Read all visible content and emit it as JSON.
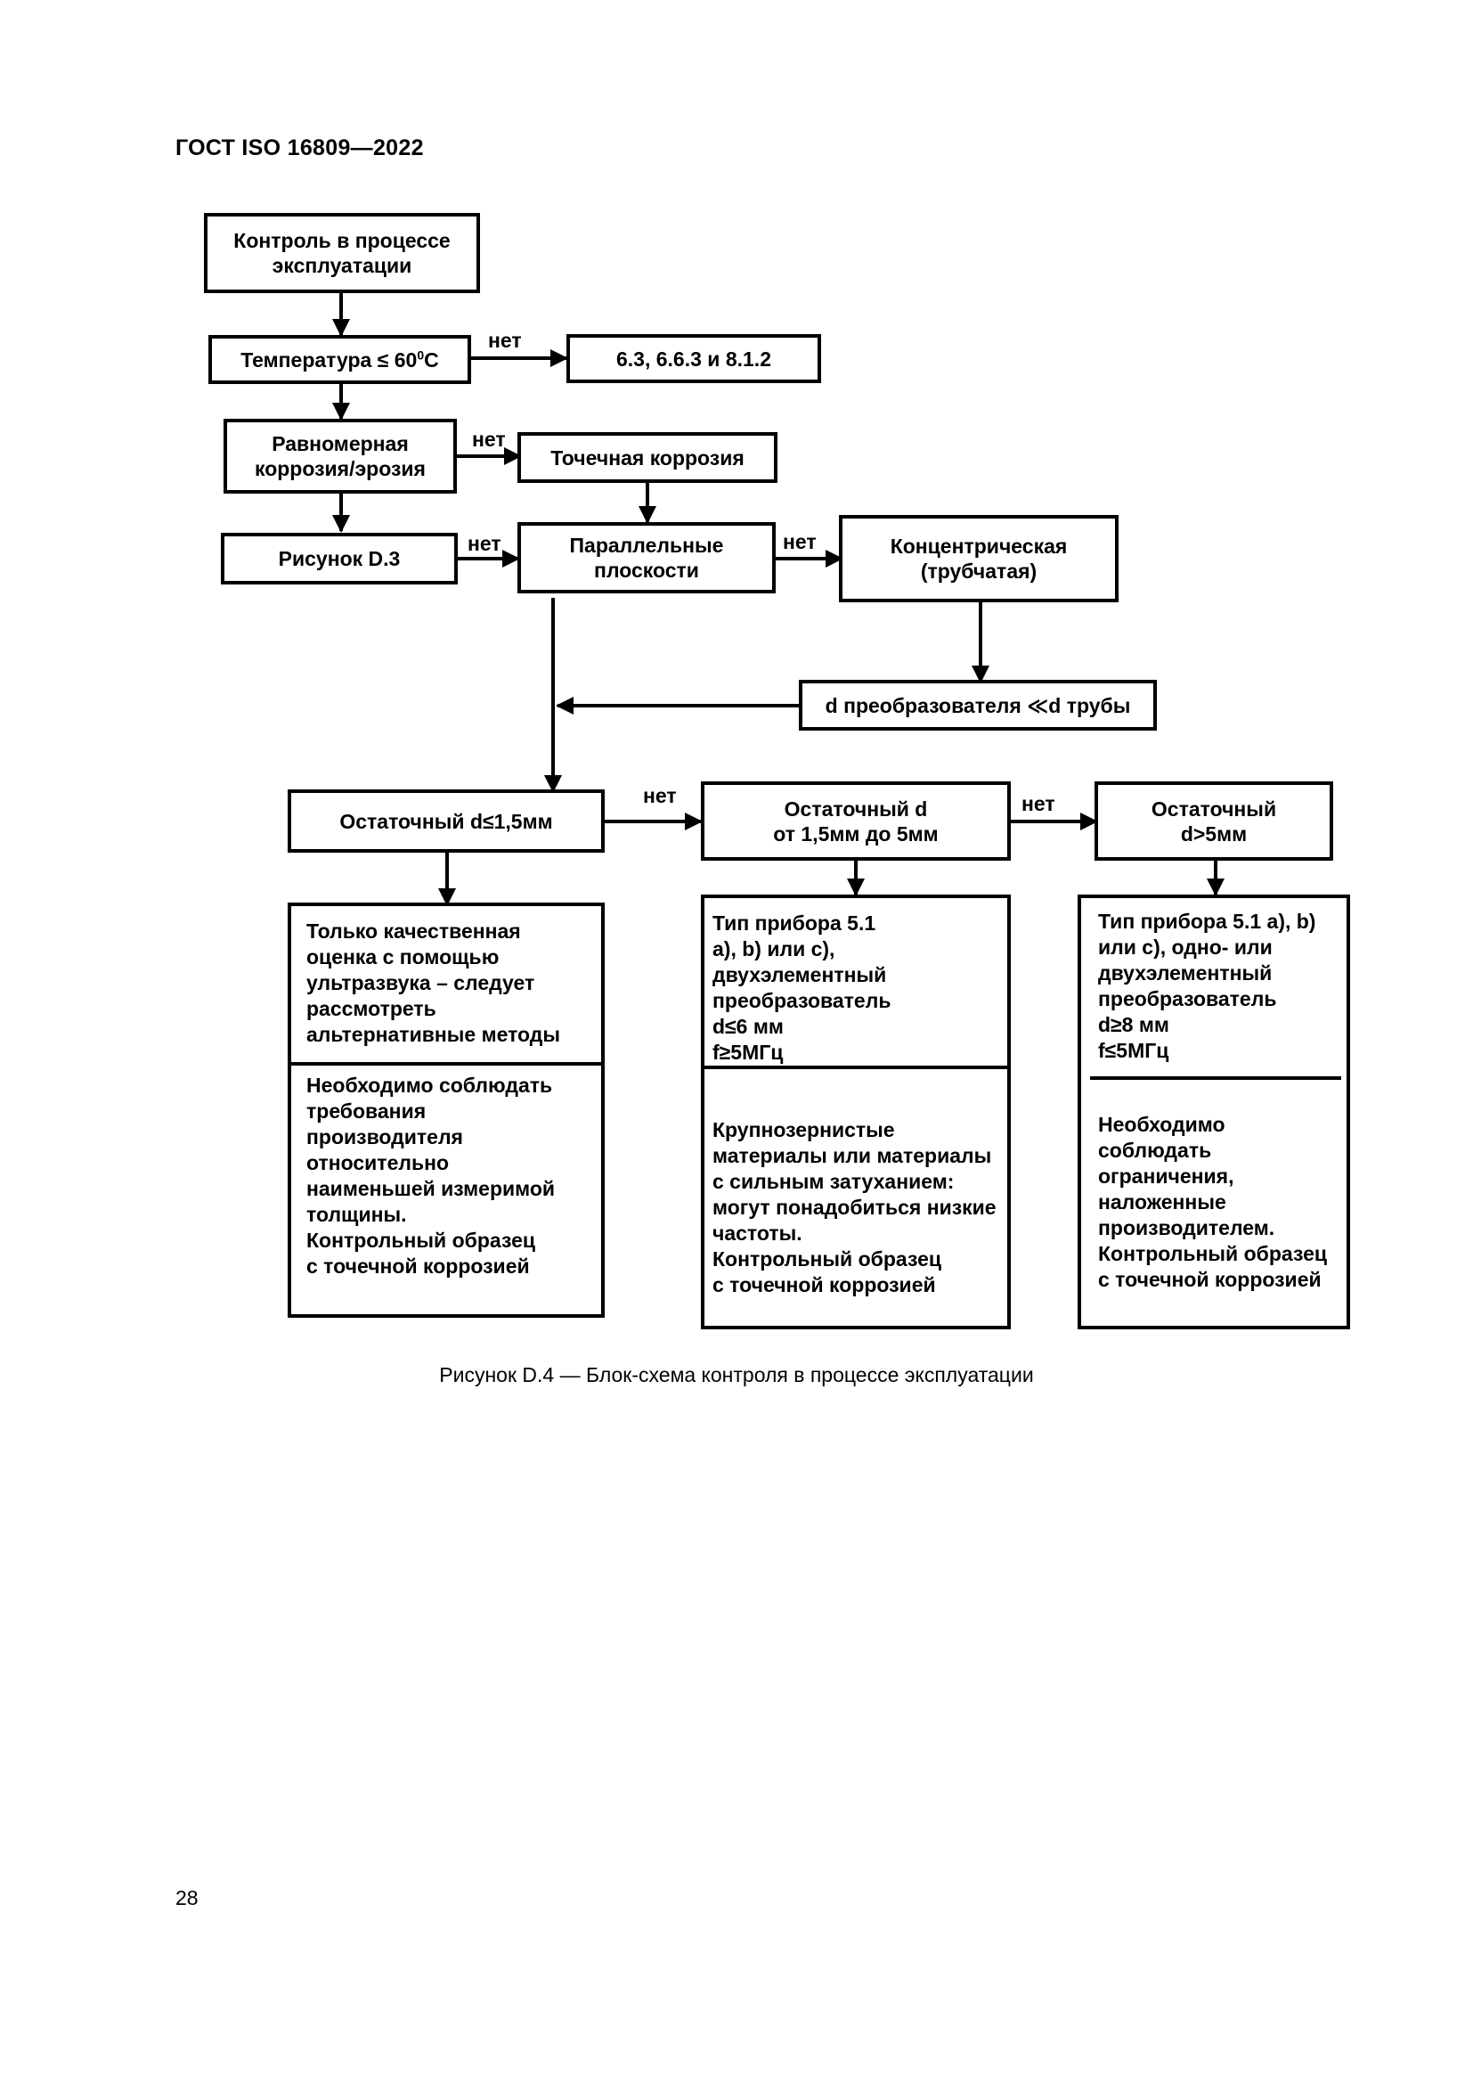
{
  "header": {
    "doc_title": "ГОСТ ISO 16809—2022"
  },
  "nodes": {
    "n_start": "Контроль в процессе\nэксплуатации",
    "n_temp_prefix": "Температура ≤ 60",
    "n_temp_sup": "0",
    "n_temp_suffix": "С",
    "n_refs": "6.3, 6.6.3 и 8.1.2",
    "n_uniform": "Равномерная\nкоррозия/эрозия",
    "n_pitting": "Точечная коррозия",
    "n_fig_d3": "Рисунок D.3",
    "n_parallel": "Параллельные\nплоскости",
    "n_concentric": "Концентрическая\n(трубчатая)",
    "n_probe_d": "d преобразователя ≪d трубы",
    "n_res_small": "Остаточный d≤1,5мм",
    "n_res_mid": "Остаточный d\nот 1,5мм до 5мм",
    "n_res_large": "Остаточный\nd>5мм"
  },
  "branch_label": "нет",
  "outcomes": {
    "left_top": "Только  качественная\nоценка  с  помощью\nультразвука – следует\nрассмотреть\nальтернативные методы",
    "left_bottom": "Необходимо соблюдать\nтребования\nпроизводителя\nотносительно\nнаименьшей измеримой\nтолщины.\nКонтрольный  образец\nс точечной  коррозией",
    "mid_top": "Тип прибора 5.1\n а), b) или с),\nдвухэлементный\nпреобразователь\nd≤6 мм\nf≥5МГц",
    "mid_bottom": "Крупнозернистые\nматериалы или  материалы\nс сильным  затуханием:\nмогут  понадобиться низкие\nчастоты.\nКонтрольный  образец\nс точечной  коррозией",
    "right_top": "Тип прибора 5.1 а), b)\nили с), одно- или\nдвухэлементный\nпреобразователь\nd≥8 мм\nf≤5МГц",
    "right_bottom": "Необходимо\nсоблюдать\nограничения,\nналоженные\nпроизводителем.\nКонтрольный образец\nс точечной коррозией"
  },
  "caption": "Рисунок D.4 — Блок-схема контроля в процессе эксплуатации",
  "page_number": "28"
}
